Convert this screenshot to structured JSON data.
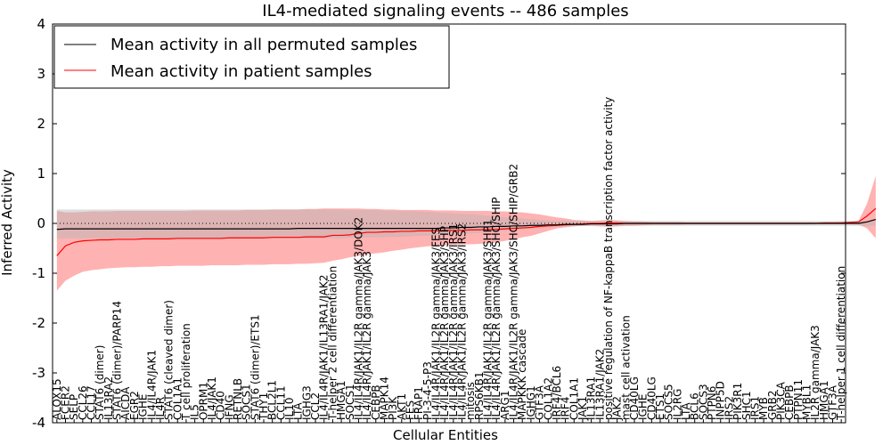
{
  "chart_data": {
    "type": "line",
    "title": "IL4-mediated signaling events -- 486 samples",
    "xlabel": "Cellular Entities",
    "ylabel": "Inferred Activity",
    "ylim": [
      -4,
      4
    ],
    "yticks": [
      4,
      3,
      2,
      1,
      0,
      -1,
      -2,
      -3,
      -4
    ],
    "grid": false,
    "legend_position": "top-left",
    "zero_line": "dotted",
    "categories": [
      "ALOX15",
      "FCER2",
      "SELP",
      "CCL26",
      "CCL17",
      "STAT6 (dimer)",
      "IL13RA2",
      "STAT6 (dimer)/PARP14",
      "AICDA",
      "EGR2",
      "IGHE",
      "IL4/IL4R/JAK1",
      "IL4R",
      "STAT6 (cleaved dimer)",
      "COL1A1",
      "T cell proliferation",
      "IL5",
      "OPRM1",
      "IL4/JAK1",
      "CD40",
      "IFNG",
      "RETNLB",
      "SOCS1",
      "STAT6 (dimer)/ETS1",
      "THY1",
      "BCL2L1",
      "CCL11",
      "IL10",
      "LTA",
      "IGHG3",
      "CCL2",
      "IL4/IL4R/JAK1/IL13RA1/JAK2",
      "T-helper 2 cell differentiation",
      "HMGA1",
      "SOCS1",
      "IL4/IL4R/JAK1/IL2R gamma/JAK3/DOK2",
      "IL4/IL4R/JAK1/IL2R gamma/JAK3",
      "CEBPB",
      "MAPK14",
      "PI3K",
      "AKT1",
      "FES",
      "FRAP1",
      "PI-3-4-5-P3",
      "IL4/IL4R/JAK1/IL2R gamma/JAK3/FES",
      "IL4/IL4R/JAK1/IL2R gamma/JAK3/SHP",
      "IL4/IL4R/JAK1/IL2R gamma/JAK3/IRS1",
      "IL4/IL4R/JAK1/IL2R gamma/JAK3/IRS2",
      "mitosis",
      "RPS6KB1",
      "IL4/IL4R/JAK1/IL2R gamma/JAK3/SHP1",
      "IL4/IL4R/JAK1/IL2R gamma/JAK3/SHC/SHIP",
      "ARG1",
      "IL4/IL4R/JAK1/IL2R gamma/JAK3/SHC/SHIP/GRB2",
      "MAPKKK cascade",
      "IGHG1",
      "GTF3A",
      "COL1A2",
      "IRF4/BCL6",
      "IRF4",
      "COL1A1",
      "JAK1",
      "IL13RA1",
      "IL13RA1/JAK2",
      "positive regulation of NF-kappaB transcription factor activity",
      "JAK2",
      "mast cell activation",
      "CD40LG",
      "IGHE",
      "CD40LG",
      "ETS1",
      "SOCS5",
      "IL2RG",
      "LTA",
      "BCL6",
      "SOCS3",
      "PTPN6",
      "INPP5D",
      "IRS2",
      "PIK3R1",
      "SHC1",
      "IRS1",
      "MYB",
      "GRB2",
      "PIK3CA",
      "CEBPB",
      "PTPN11",
      "MYBL1",
      "IL2R gamma/JAK3",
      "HMGA1",
      "GTF3A",
      "T-helper 1 cell differentiation"
    ],
    "series": [
      {
        "name": "Mean activity in all permuted samples",
        "color": "#000000",
        "values": [
          -0.12,
          -0.11,
          -0.11,
          -0.11,
          -0.11,
          -0.11,
          -0.11,
          -0.11,
          -0.11,
          -0.11,
          -0.11,
          -0.11,
          -0.11,
          -0.11,
          -0.11,
          -0.11,
          -0.11,
          -0.11,
          -0.11,
          -0.11,
          -0.11,
          -0.11,
          -0.11,
          -0.11,
          -0.11,
          -0.11,
          -0.11,
          -0.11,
          -0.1,
          -0.1,
          -0.1,
          -0.1,
          -0.1,
          -0.1,
          -0.1,
          -0.1,
          -0.1,
          -0.1,
          -0.1,
          -0.1,
          -0.1,
          -0.1,
          -0.1,
          -0.1,
          -0.1,
          -0.09,
          -0.09,
          -0.08,
          -0.08,
          -0.07,
          -0.07,
          -0.06,
          -0.06,
          -0.05,
          -0.05,
          -0.04,
          -0.04,
          -0.03,
          -0.03,
          -0.02,
          -0.02,
          -0.02,
          -0.01,
          -0.01,
          -0.01,
          -0.01,
          0.0,
          0.0,
          0.0,
          0.0,
          0.0,
          0.0,
          0.0,
          0.0,
          0.0,
          0.0,
          0.0,
          0.0,
          0.0,
          0.0,
          0.0,
          0.0,
          0.0,
          0.0,
          0.0,
          0.0,
          0.0,
          0.0,
          0.0,
          0.0,
          0.0,
          0.0,
          0.0,
          0.0,
          0.03,
          0.08
        ]
      },
      {
        "name": "Mean activity in patient samples",
        "color": "#ff0000",
        "values": [
          -0.65,
          -0.45,
          -0.38,
          -0.35,
          -0.34,
          -0.33,
          -0.33,
          -0.32,
          -0.32,
          -0.32,
          -0.31,
          -0.31,
          -0.31,
          -0.31,
          -0.3,
          -0.3,
          -0.3,
          -0.3,
          -0.3,
          -0.3,
          -0.29,
          -0.29,
          -0.29,
          -0.29,
          -0.29,
          -0.28,
          -0.28,
          -0.28,
          -0.28,
          -0.27,
          -0.27,
          -0.27,
          -0.24,
          -0.24,
          -0.23,
          -0.2,
          -0.18,
          -0.18,
          -0.17,
          -0.17,
          -0.16,
          -0.16,
          -0.15,
          -0.15,
          -0.15,
          -0.14,
          -0.14,
          -0.14,
          -0.13,
          -0.13,
          -0.12,
          -0.12,
          -0.11,
          -0.1,
          -0.09,
          -0.08,
          -0.06,
          -0.05,
          -0.04,
          -0.03,
          -0.02,
          -0.01,
          0.0,
          0.0,
          0.01,
          0.01,
          0.0,
          0.0,
          0.0,
          0.0,
          0.0,
          0.0,
          0.0,
          0.0,
          0.0,
          0.0,
          0.0,
          0.0,
          0.0,
          0.0,
          0.0,
          0.0,
          0.0,
          0.0,
          0.0,
          0.0,
          0.0,
          0.0,
          0.0,
          0.01,
          0.01,
          0.01,
          0.02,
          0.03,
          0.15,
          0.3
        ]
      }
    ],
    "bands": [
      {
        "series": "Mean activity in patient samples",
        "color": "#ff0000",
        "lower": [
          -1.35,
          -1.15,
          -1.05,
          -0.97,
          -0.94,
          -0.92,
          -0.9,
          -0.89,
          -0.88,
          -0.88,
          -0.87,
          -0.87,
          -0.86,
          -0.86,
          -0.85,
          -0.85,
          -0.85,
          -0.85,
          -0.84,
          -0.84,
          -0.84,
          -0.84,
          -0.83,
          -0.83,
          -0.83,
          -0.82,
          -0.82,
          -0.82,
          -0.81,
          -0.81,
          -0.8,
          -0.79,
          -0.75,
          -0.72,
          -0.68,
          -0.65,
          -0.62,
          -0.6,
          -0.58,
          -0.55,
          -0.53,
          -0.5,
          -0.48,
          -0.46,
          -0.45,
          -0.44,
          -0.43,
          -0.42,
          -0.42,
          -0.41,
          -0.4,
          -0.38,
          -0.35,
          -0.32,
          -0.28,
          -0.25,
          -0.2,
          -0.15,
          -0.1,
          -0.08,
          -0.06,
          -0.05,
          -0.05,
          -0.06,
          -0.07,
          -0.06,
          -0.05,
          -0.05,
          -0.04,
          -0.03,
          -0.03,
          -0.03,
          -0.03,
          -0.02,
          -0.02,
          -0.02,
          -0.02,
          -0.02,
          -0.02,
          -0.02,
          -0.02,
          -0.02,
          -0.02,
          -0.02,
          -0.02,
          -0.02,
          -0.02,
          -0.02,
          -0.01,
          -0.01,
          -0.01,
          -0.01,
          -0.01,
          -0.02,
          -0.1,
          -0.3
        ],
        "upper": [
          0.25,
          0.22,
          0.22,
          0.23,
          0.24,
          0.24,
          0.24,
          0.25,
          0.25,
          0.25,
          0.25,
          0.25,
          0.25,
          0.25,
          0.25,
          0.25,
          0.26,
          0.26,
          0.26,
          0.26,
          0.26,
          0.26,
          0.27,
          0.27,
          0.27,
          0.28,
          0.28,
          0.28,
          0.28,
          0.29,
          0.29,
          0.3,
          0.3,
          0.3,
          0.3,
          0.3,
          0.29,
          0.29,
          0.28,
          0.28,
          0.27,
          0.27,
          0.27,
          0.27,
          0.26,
          0.26,
          0.26,
          0.25,
          0.25,
          0.25,
          0.25,
          0.24,
          0.24,
          0.23,
          0.22,
          0.2,
          0.18,
          0.15,
          0.12,
          0.1,
          0.07,
          0.06,
          0.05,
          0.06,
          0.07,
          0.06,
          0.05,
          0.04,
          0.04,
          0.03,
          0.03,
          0.03,
          0.03,
          0.02,
          0.02,
          0.02,
          0.02,
          0.02,
          0.02,
          0.02,
          0.02,
          0.02,
          0.02,
          0.02,
          0.02,
          0.02,
          0.02,
          0.02,
          0.02,
          0.02,
          0.02,
          0.03,
          0.03,
          0.05,
          0.4,
          0.95
        ]
      },
      {
        "series": "Mean activity in all permuted samples",
        "color": "#b3b3b3",
        "lower": [
          -0.3,
          -0.3,
          -0.3,
          -0.3,
          -0.3,
          -0.3,
          -0.3,
          -0.3,
          -0.3,
          -0.3,
          -0.3,
          -0.3,
          -0.3,
          -0.3,
          -0.3,
          -0.3,
          -0.3,
          -0.3,
          -0.3,
          -0.3,
          -0.3,
          -0.3,
          -0.3,
          -0.3,
          -0.3,
          -0.3,
          -0.3,
          -0.3,
          -0.3,
          -0.3,
          -0.3,
          -0.3,
          -0.3,
          -0.3,
          -0.29,
          -0.29,
          -0.28,
          -0.28,
          -0.28,
          -0.27,
          -0.27,
          -0.26,
          -0.25,
          -0.25,
          -0.24,
          -0.23,
          -0.22,
          -0.21,
          -0.2,
          -0.19,
          -0.18,
          -0.16,
          -0.15,
          -0.13,
          -0.12,
          -0.1,
          -0.09,
          -0.08,
          -0.07,
          -0.06,
          -0.06,
          -0.05,
          -0.05,
          -0.05,
          -0.05,
          -0.05,
          -0.05,
          -0.05,
          -0.05,
          -0.05,
          -0.05,
          -0.05,
          -0.05,
          -0.05,
          -0.05,
          -0.05,
          -0.05,
          -0.05,
          -0.05,
          -0.05,
          -0.05,
          -0.05,
          -0.05,
          -0.05,
          -0.05,
          -0.05,
          -0.05,
          -0.05,
          -0.05,
          -0.05,
          -0.05,
          -0.05,
          -0.05,
          -0.05,
          -0.05,
          -0.05
        ],
        "upper": [
          0.28,
          0.28,
          0.28,
          0.28,
          0.28,
          0.28,
          0.28,
          0.28,
          0.28,
          0.28,
          0.28,
          0.28,
          0.28,
          0.28,
          0.28,
          0.28,
          0.28,
          0.28,
          0.28,
          0.28,
          0.28,
          0.28,
          0.28,
          0.28,
          0.28,
          0.28,
          0.28,
          0.28,
          0.28,
          0.28,
          0.28,
          0.28,
          0.28,
          0.28,
          0.27,
          0.27,
          0.27,
          0.26,
          0.26,
          0.26,
          0.25,
          0.25,
          0.24,
          0.23,
          0.22,
          0.21,
          0.2,
          0.19,
          0.18,
          0.17,
          0.15,
          0.14,
          0.12,
          0.11,
          0.1,
          0.08,
          0.07,
          0.06,
          0.05,
          0.05,
          0.05,
          0.05,
          0.05,
          0.05,
          0.05,
          0.05,
          0.05,
          0.05,
          0.05,
          0.05,
          0.05,
          0.05,
          0.05,
          0.05,
          0.05,
          0.05,
          0.05,
          0.05,
          0.05,
          0.05,
          0.05,
          0.05,
          0.05,
          0.05,
          0.05,
          0.05,
          0.05,
          0.05,
          0.05,
          0.05,
          0.05,
          0.05,
          0.05,
          0.05,
          0.05,
          0.05
        ]
      }
    ]
  }
}
